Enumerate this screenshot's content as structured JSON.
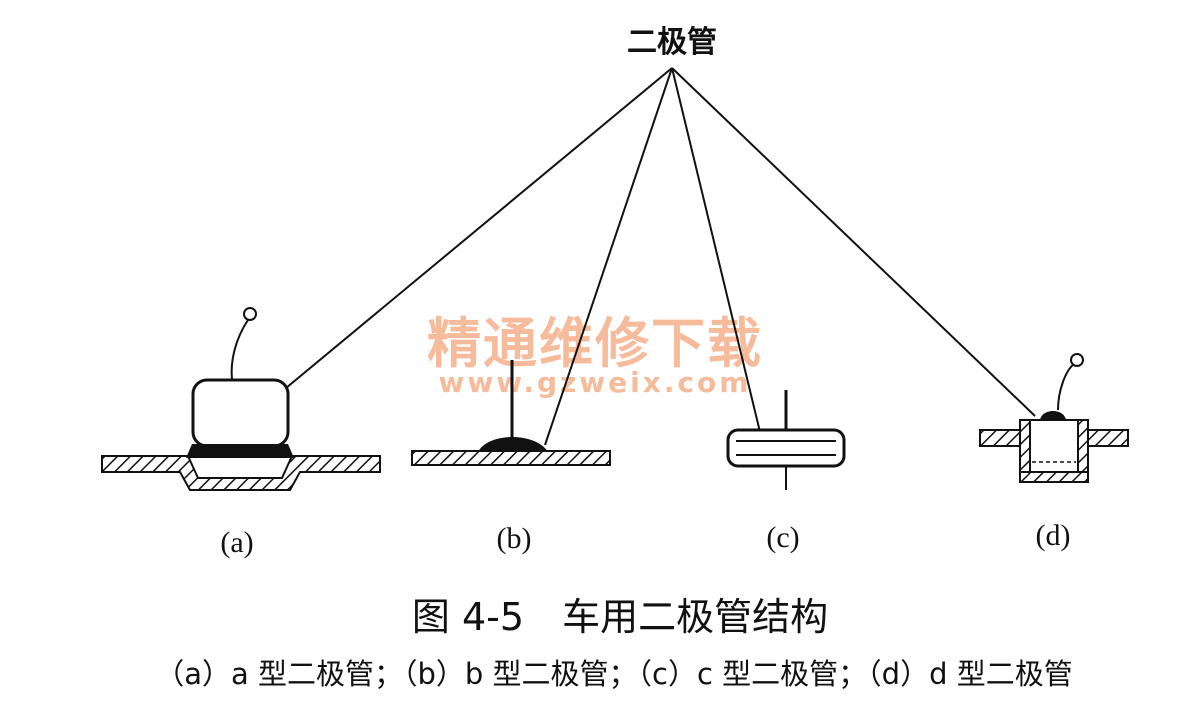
{
  "diagram": {
    "pointer_label": "二极管",
    "panels": [
      {
        "id": "a",
        "label": "(a)"
      },
      {
        "id": "b",
        "label": "(b)"
      },
      {
        "id": "c",
        "label": "(c)"
      },
      {
        "id": "d",
        "label": "(d)"
      }
    ],
    "figure_title": "图 4-5　车用二极管结构",
    "caption": "（a）a 型二极管；（b）b 型二极管；（c）c 型二极管；（d）d 型二极管",
    "watermark": {
      "title": "精通维修下载",
      "url": "www.gzweix.com"
    }
  }
}
